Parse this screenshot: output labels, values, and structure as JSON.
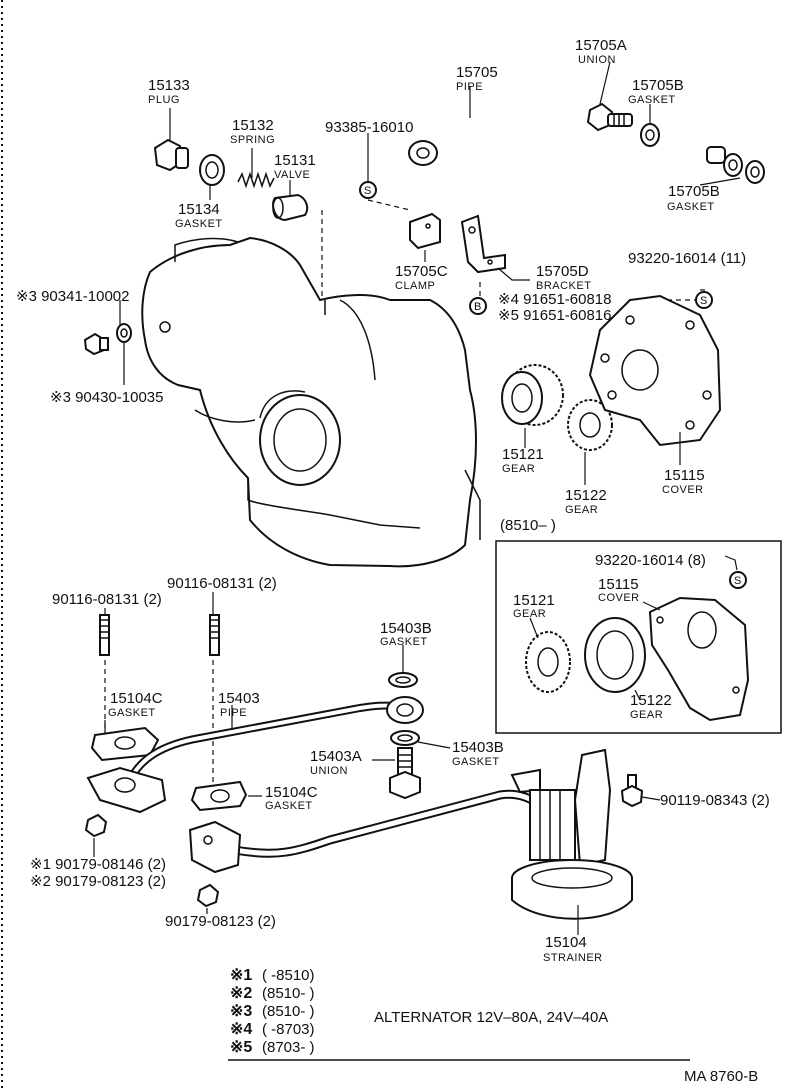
{
  "parts": {
    "p15133": {
      "num": "15133",
      "name": "PLUG"
    },
    "p15132": {
      "num": "15132",
      "name": "SPRING"
    },
    "p15131": {
      "num": "15131",
      "name": "VALVE"
    },
    "p15134": {
      "num": "15134",
      "name": "GASKET"
    },
    "p93385": {
      "num": "93385-16010"
    },
    "p15705": {
      "num": "15705",
      "name": "PIPE"
    },
    "p15705A": {
      "num": "15705A",
      "name": "UNION"
    },
    "p15705B_top": {
      "num": "15705B",
      "name": "GASKET"
    },
    "p15705B_bot": {
      "num": "15705B",
      "name": "GASKET"
    },
    "p15705C": {
      "num": "15705C",
      "name": "CLAMP"
    },
    "p15705D": {
      "num": "15705D",
      "name": "BRACKET"
    },
    "p91651_a": {
      "num": "※4 91651-60818"
    },
    "p91651_b": {
      "num": "※5 91651-60816"
    },
    "p93220_top": {
      "num": "93220-16014 (11)"
    },
    "p90341": {
      "num": "※3 90341-10002"
    },
    "p90430": {
      "num": "※3 90430-10035"
    },
    "p15121": {
      "num": "15121",
      "name": "GEAR"
    },
    "p15122": {
      "num": "15122",
      "name": "GEAR"
    },
    "p15115": {
      "num": "15115",
      "name": "COVER"
    },
    "inset_label": "(8510–        )",
    "p93220_inset": {
      "num": "93220-16014 (8)"
    },
    "p15115_inset": {
      "num": "15115",
      "name": "COVER"
    },
    "p15121_inset": {
      "num": "15121",
      "name": "GEAR"
    },
    "p15122_inset": {
      "num": "15122",
      "name": "GEAR"
    },
    "p90116_a": {
      "num": "90116-08131 (2)"
    },
    "p90116_b": {
      "num": "90116-08131 (2)"
    },
    "p15403B_top": {
      "num": "15403B",
      "name": "GASKET"
    },
    "p15104C_a": {
      "num": "15104C",
      "name": "GASKET"
    },
    "p15403": {
      "num": "15403",
      "name": "PIPE"
    },
    "p15403A": {
      "num": "15403A",
      "name": "UNION"
    },
    "p15403B_bot": {
      "num": "15403B",
      "name": "GASKET"
    },
    "p15104C_b": {
      "num": "15104C",
      "name": "GASKET"
    },
    "p90119": {
      "num": "90119-08343 (2)"
    },
    "p90179_a": {
      "num": "※1 90179-08146 (2)"
    },
    "p90179_b": {
      "num": "※2 90179-08123 (2)"
    },
    "p90179_c": {
      "num": "90179-08123 (2)"
    },
    "p15104": {
      "num": "15104",
      "name": "STRAINER"
    },
    "bolt_S": "S",
    "bolt_B": "B"
  },
  "legend": {
    "rows": [
      {
        "mark": "※1",
        "range": "(        -8510)"
      },
      {
        "mark": "※2",
        "range": "(8510-        )"
      },
      {
        "mark": "※3",
        "range": "(8510-        )"
      },
      {
        "mark": "※4",
        "range": "(        -8703)"
      },
      {
        "mark": "※5",
        "range": "(8703-        )"
      }
    ],
    "note": "ALTERNATOR 12V–80A, 24V–40A"
  },
  "footer": {
    "code": "MA  8760-B"
  }
}
